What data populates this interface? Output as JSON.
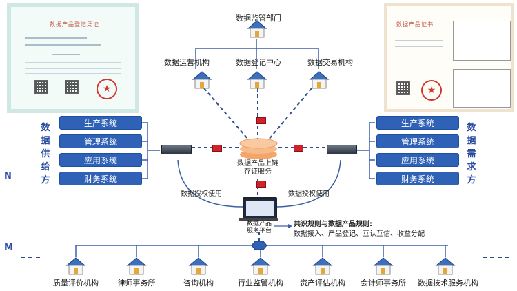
{
  "certificates": {
    "left_title": "数据产品登记凭证",
    "right_title": "数据产品证书"
  },
  "top": {
    "authority": "数据监管部门",
    "operation": "数据运营机构",
    "registration": "数据登记中心",
    "exchange": "数据交易机构"
  },
  "supply": {
    "label_chars": [
      "数",
      "据",
      "供",
      "给",
      "方"
    ],
    "systems": [
      "生产系统",
      "管理系统",
      "应用系统",
      "财务系统"
    ]
  },
  "demand": {
    "label_chars": [
      "数",
      "据",
      "需",
      "求",
      "方"
    ],
    "systems": [
      "生产系统",
      "管理系统",
      "应用系统",
      "财务系统"
    ]
  },
  "center": {
    "storage_label": "数据产品上链存证服务",
    "platform_label": "数据产品服务平台",
    "left_arc": "数据授权使用",
    "right_arc": "数据授权使用",
    "callout_line1": "共识规则与数据产品规则:",
    "callout_line2": "数据接入、产品登记、互认互信、收益分配"
  },
  "markers": {
    "n": "N",
    "m": "M"
  },
  "bottom_nodes": [
    "质量评价机构",
    "律师事务所",
    "咨询机构",
    "行业监管机构",
    "资产评估机构",
    "会计师事务所",
    "数据技术服务机构"
  ],
  "colors": {
    "system_fill": "#2f62b6",
    "line": "#3d5fa8",
    "dashed": "#2f4d8e"
  }
}
